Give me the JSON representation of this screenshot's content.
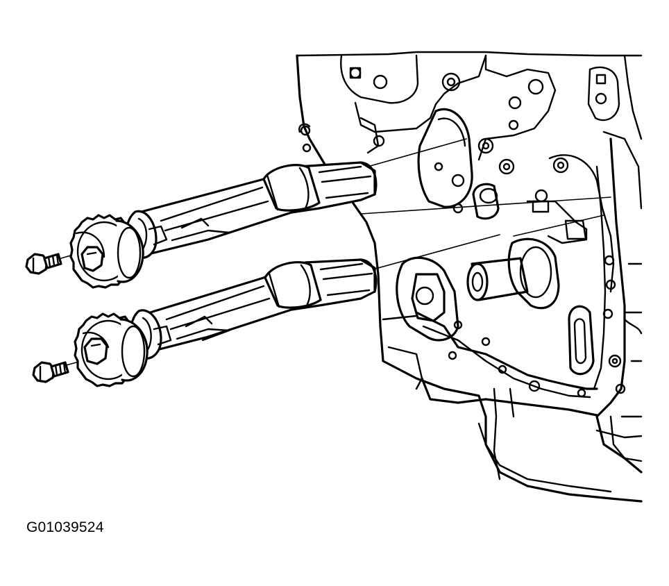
{
  "figure": {
    "code": "G01039524"
  },
  "parts": {
    "upper_camshaft": "camshaft",
    "lower_camshaft": "camshaft",
    "upper_sprocket": "sprocket",
    "lower_sprocket": "sprocket",
    "upper_bolt": "bolt",
    "lower_bolt": "bolt",
    "engine_block": "cylinder-head"
  }
}
